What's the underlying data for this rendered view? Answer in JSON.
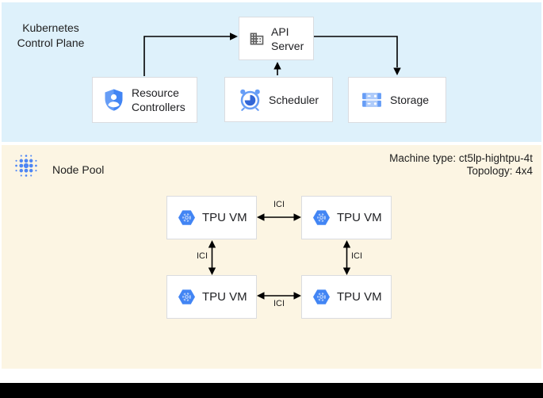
{
  "control_plane": {
    "title": "Kubernetes Control Plane",
    "nodes": {
      "api_server": {
        "label": "API Server",
        "icon": "building-icon"
      },
      "resource_controllers": {
        "label": "Resource Controllers",
        "icon": "shield-user-icon"
      },
      "scheduler": {
        "label": "Scheduler",
        "icon": "alarm-clock-icon"
      },
      "storage": {
        "label": "Storage",
        "icon": "server-stack-icon"
      }
    }
  },
  "node_pool": {
    "title": "Node Pool",
    "icon": "dot-cluster-icon",
    "machine_type": "Machine type: ct5lp-hightpu-4t",
    "topology": "Topology: 4x4",
    "tpu_vms": [
      {
        "label": "TPU VM",
        "icon": "gke-hexagon-gear-icon"
      },
      {
        "label": "TPU VM",
        "icon": "gke-hexagon-gear-icon"
      },
      {
        "label": "TPU VM",
        "icon": "gke-hexagon-gear-icon"
      },
      {
        "label": "TPU VM",
        "icon": "gke-hexagon-gear-icon"
      }
    ],
    "links": [
      {
        "label": "ICI"
      },
      {
        "label": "ICI"
      },
      {
        "label": "ICI"
      },
      {
        "label": "ICI"
      }
    ]
  },
  "colors": {
    "control_plane_bg": "#def1fb",
    "node_pool_bg": "#fcf5e3",
    "box_border": "#dadce0",
    "accent_blue": "#4285f4",
    "medium_blue": "#669df6",
    "pale_blue": "#aecbfa",
    "dark_pie_blue": "#3367d6",
    "icon_gray": "#616161",
    "footer_bar": "#000000"
  }
}
